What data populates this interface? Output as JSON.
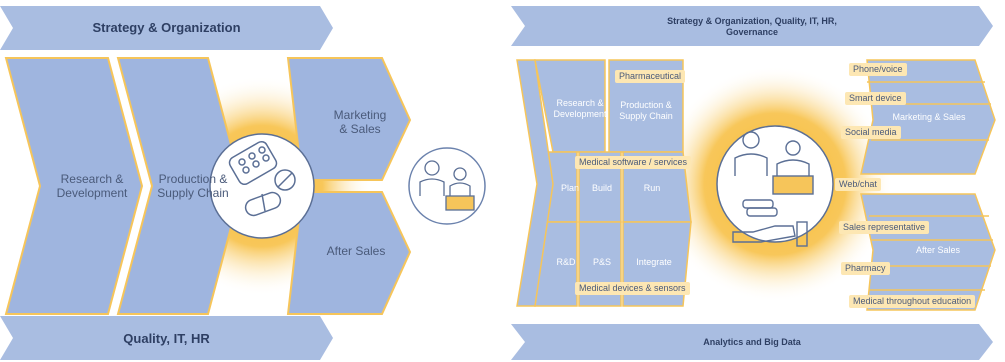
{
  "left": {
    "top_banner": "Strategy & Organization",
    "bottom_banner": "Quality, IT, HR",
    "chevron_rd": "Research &\nDevelopment",
    "chevron_psc": "Production &\nSupply Chain",
    "marketing_sales": "Marketing\n& Sales",
    "after_sales": "After Sales"
  },
  "right": {
    "top_banner": "Strategy & Organization, Quality, IT, HR,\nGovernance",
    "bottom_banner": "Analytics and Big Data",
    "research_dev": "Research &\nDevelopment",
    "production_supply": "Production &\nSupply Chain",
    "pharmaceutical": "Pharmaceutical",
    "medical_software": "Medical software / services",
    "plan": "Plan",
    "build": "Build",
    "run": "Run",
    "rnd": "R&D",
    "ps": "P&S",
    "integrate": "Integrate",
    "medical_devices": "Medical devices & sensors",
    "phone_voice": "Phone/voice",
    "smart_device": "Smart device",
    "marketing_sales": "Marketing & Sales",
    "social_media": "Social media",
    "web_chat": "Web/chat",
    "sales_rep": "Sales representative",
    "after_sales": "After Sales",
    "pharmacy": "Pharmacy",
    "medical_education": "Medical throughout education"
  }
}
